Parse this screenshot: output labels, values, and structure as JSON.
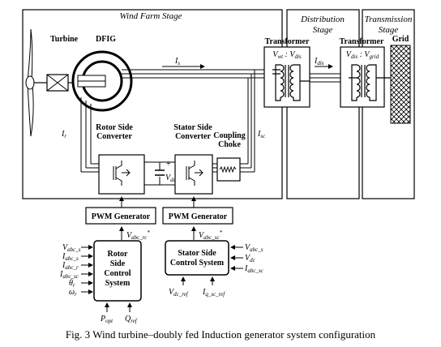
{
  "stages": {
    "wind_farm": "Wind Farm Stage",
    "distribution_1": "Distribution",
    "distribution_2": "Stage",
    "transmission_1": "Transmission",
    "transmission_2": "Stage"
  },
  "labels": {
    "turbine": "Turbine",
    "dfig": "DFIG",
    "transformer_1": "Transformer",
    "transformer_2": "Transformer",
    "grid": "Grid",
    "rotor_side_converter": [
      "Rotor Side",
      "Converter"
    ],
    "stator_side_converter": [
      "Stator Side",
      "Converter"
    ],
    "coupling_choke": [
      "Coupling",
      "Choke"
    ],
    "pwm_generator_1": "PWM Generator",
    "pwm_generator_2": "PWM Generator",
    "rotor_side_control": [
      "Rotor",
      "Side",
      "Control",
      "System"
    ],
    "stator_side_control": [
      "Stator Side",
      "Control System"
    ]
  },
  "signals": {
    "is": {
      "main": "I",
      "sub": "s"
    },
    "ir": {
      "main": "I",
      "sub": "r"
    },
    "isc": {
      "main": "I",
      "sub": "sc"
    },
    "idis": {
      "main": "I",
      "sub": "dis"
    },
    "vdc": {
      "main": "V",
      "sub": "dc"
    },
    "t1_left": {
      "main": "V",
      "sub": "wt"
    },
    "t1_sep": ":",
    "t1_right": {
      "main": "V",
      "sub": "dis"
    },
    "t2_left": {
      "main": "V",
      "sub": "dis"
    },
    "t2_sep": ":",
    "t2_right": {
      "main": "V",
      "sub": "grid"
    },
    "vabc_rc": {
      "main": "V",
      "sub": "abc_rc",
      "sup": "*"
    },
    "vabc_sc": {
      "main": "V",
      "sub": "abc_sc",
      "sup": "*"
    },
    "rotor_inputs": [
      {
        "main": "V",
        "sub": "abc_s"
      },
      {
        "main": "I",
        "sub": "abc_s"
      },
      {
        "main": "I",
        "sub": "abc_r"
      },
      {
        "main": "I",
        "sub": "abc_sc"
      },
      {
        "main": "θ",
        "sub": "r"
      },
      {
        "main": "ω",
        "sub": "r"
      }
    ],
    "stator_inputs": [
      {
        "main": "V",
        "sub": "abc_s"
      },
      {
        "main": "V",
        "sub": "dc"
      },
      {
        "main": "I",
        "sub": "abc_sc"
      }
    ],
    "popt": {
      "main": "P",
      "sub": "opt"
    },
    "qref": {
      "main": "Q",
      "sub": "ref"
    },
    "vdc_ref": {
      "main": "V",
      "sub": "dc_ref"
    },
    "iq_sc_ref": {
      "main": "I",
      "sub": "q_sc_ref"
    }
  },
  "caption": "Fig. 3 Wind turbine–doubly fed Induction generator system configuration"
}
